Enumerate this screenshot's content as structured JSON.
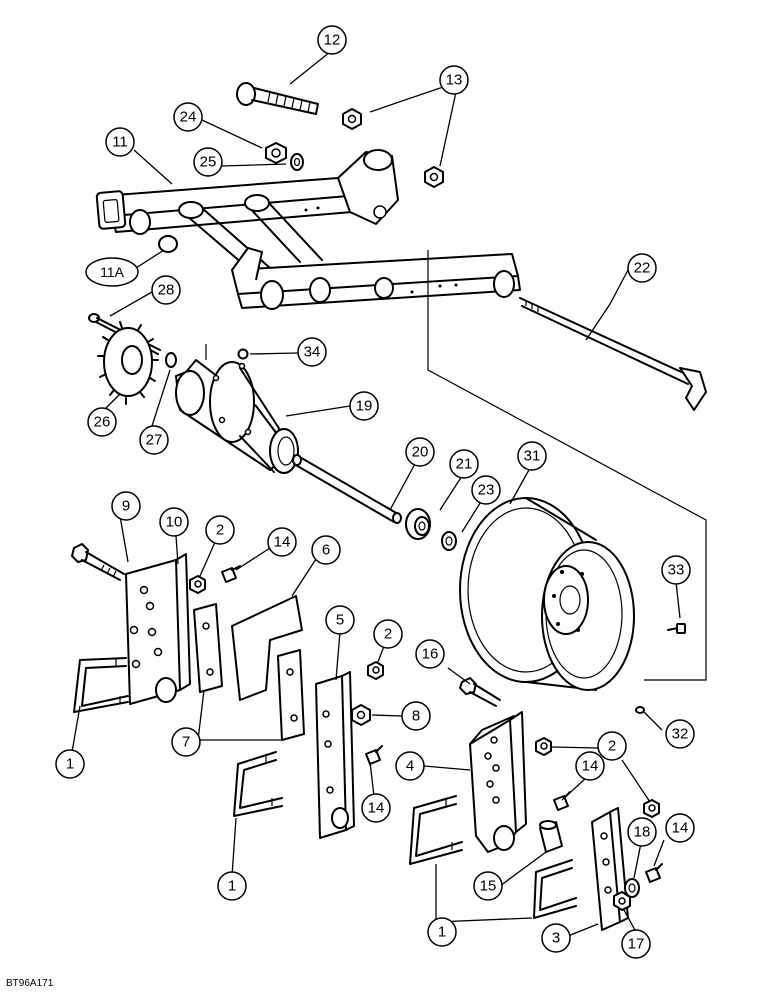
{
  "callouts": [
    {
      "id": "c12",
      "label": "12"
    },
    {
      "id": "c13",
      "label": "13"
    },
    {
      "id": "c24",
      "label": "24"
    },
    {
      "id": "c11",
      "label": "11"
    },
    {
      "id": "c25",
      "label": "25"
    },
    {
      "id": "c11a",
      "label": "11A"
    },
    {
      "id": "c22",
      "label": "22"
    },
    {
      "id": "c28",
      "label": "28"
    },
    {
      "id": "c34",
      "label": "34"
    },
    {
      "id": "c19",
      "label": "19"
    },
    {
      "id": "c26",
      "label": "26"
    },
    {
      "id": "c27",
      "label": "27"
    },
    {
      "id": "c20",
      "label": "20"
    },
    {
      "id": "c21",
      "label": "21"
    },
    {
      "id": "c31",
      "label": "31"
    },
    {
      "id": "c23",
      "label": "23"
    },
    {
      "id": "c9",
      "label": "9"
    },
    {
      "id": "c10",
      "label": "10"
    },
    {
      "id": "c2a",
      "label": "2"
    },
    {
      "id": "c14a",
      "label": "14"
    },
    {
      "id": "c6",
      "label": "6"
    },
    {
      "id": "c33",
      "label": "33"
    },
    {
      "id": "c5",
      "label": "5"
    },
    {
      "id": "c2b",
      "label": "2"
    },
    {
      "id": "c16",
      "label": "16"
    },
    {
      "id": "c8",
      "label": "8"
    },
    {
      "id": "c1a",
      "label": "1"
    },
    {
      "id": "c7",
      "label": "7"
    },
    {
      "id": "c32",
      "label": "32"
    },
    {
      "id": "c2c",
      "label": "2"
    },
    {
      "id": "c4",
      "label": "4"
    },
    {
      "id": "c14b",
      "label": "14"
    },
    {
      "id": "c14c",
      "label": "14"
    },
    {
      "id": "c14d",
      "label": "14"
    },
    {
      "id": "c18",
      "label": "18"
    },
    {
      "id": "c1b",
      "label": "1"
    },
    {
      "id": "c15",
      "label": "15"
    },
    {
      "id": "c1c",
      "label": "1"
    },
    {
      "id": "c3",
      "label": "3"
    },
    {
      "id": "c17",
      "label": "17"
    }
  ],
  "figure_code": "BT96A171"
}
